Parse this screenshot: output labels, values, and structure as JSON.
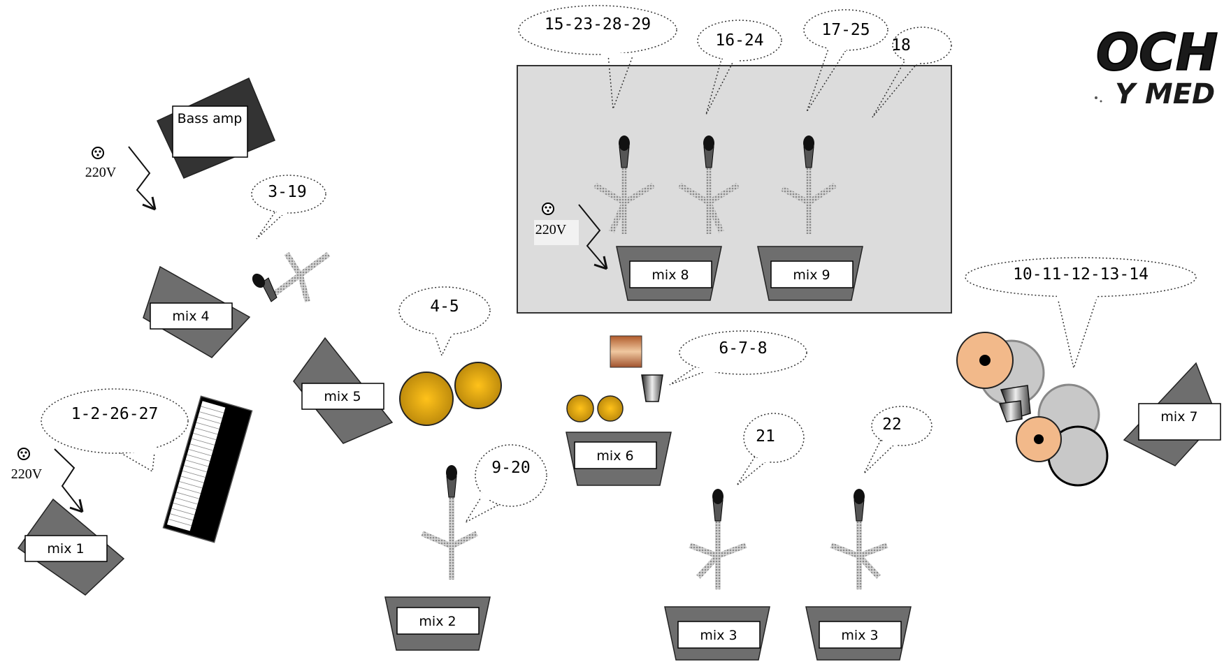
{
  "stage_plot": {
    "logo_text": "OCHO Y MEDIO",
    "power": [
      {
        "id": "bass",
        "label": "220V"
      },
      {
        "id": "keys",
        "label": "220V"
      },
      {
        "id": "riser",
        "label": "220V"
      }
    ],
    "amps": [
      {
        "id": "bass-amp",
        "label": "Bass amp"
      }
    ],
    "monitors": [
      {
        "id": "mix1",
        "label": "mix 1"
      },
      {
        "id": "mix2",
        "label": "mix 2"
      },
      {
        "id": "mix3a",
        "label": "mix 3"
      },
      {
        "id": "mix3b",
        "label": "mix 3"
      },
      {
        "id": "mix4",
        "label": "mix 4"
      },
      {
        "id": "mix5",
        "label": "mix 5"
      },
      {
        "id": "mix6",
        "label": "mix 6"
      },
      {
        "id": "mix7",
        "label": "mix 7"
      },
      {
        "id": "mix8",
        "label": "mix 8"
      },
      {
        "id": "mix9",
        "label": "mix 9"
      }
    ],
    "channels": [
      {
        "id": "keys",
        "label": "1-2-26-27"
      },
      {
        "id": "bass-mic",
        "label": "3-19"
      },
      {
        "id": "congas",
        "label": "4-5"
      },
      {
        "id": "percussion",
        "label": "6-7-8"
      },
      {
        "id": "vocal-front-left",
        "label": "9-20"
      },
      {
        "id": "drums",
        "label": "10-11-12-13-14"
      },
      {
        "id": "riser-mic-1",
        "label": "15-23-28-29"
      },
      {
        "id": "riser-mic-2",
        "label": "16-24"
      },
      {
        "id": "riser-mic-3",
        "label": "17-25"
      },
      {
        "id": "riser-extra",
        "label": "18"
      },
      {
        "id": "vocal-front-center",
        "label": "21"
      },
      {
        "id": "vocal-front-right",
        "label": "22"
      }
    ],
    "colors": {
      "riser": "#dcdcdc",
      "monitor": "#6e6e6e",
      "dark_amp": "#333333",
      "conga": "#d4a017",
      "drum_head": "#f2b98a",
      "cymbal": "#c8c8c8",
      "stand": "#9a9a9a",
      "mic": "#111111"
    }
  }
}
